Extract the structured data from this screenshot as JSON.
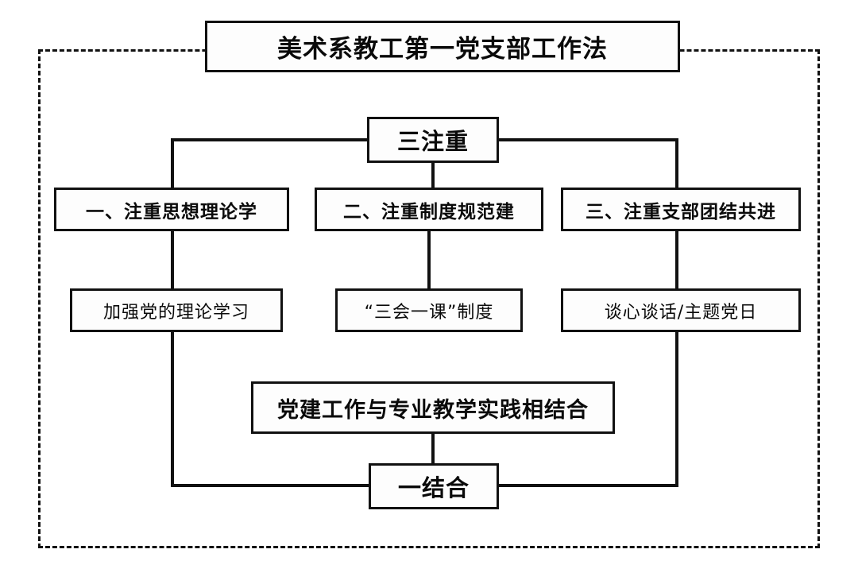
{
  "diagram": {
    "title": "美术系教工第一党支部工作法",
    "root": {
      "label": "三注重"
    },
    "categories": [
      {
        "label": "一、注重思想理论学",
        "child": "加强党的理论学习"
      },
      {
        "label": "二、注重制度规范建",
        "child": "“三会一课”制度"
      },
      {
        "label": "三、注重支部团结共进",
        "child": "谈心谈话/主题党日"
      }
    ],
    "combine": {
      "label": "党建工作与专业教学实践相结合",
      "result": "一结合"
    },
    "colors": {
      "line": "#111111",
      "box_fill": "#fdfdfd",
      "text": "#0a0a0a",
      "background": "#ffffff"
    }
  }
}
